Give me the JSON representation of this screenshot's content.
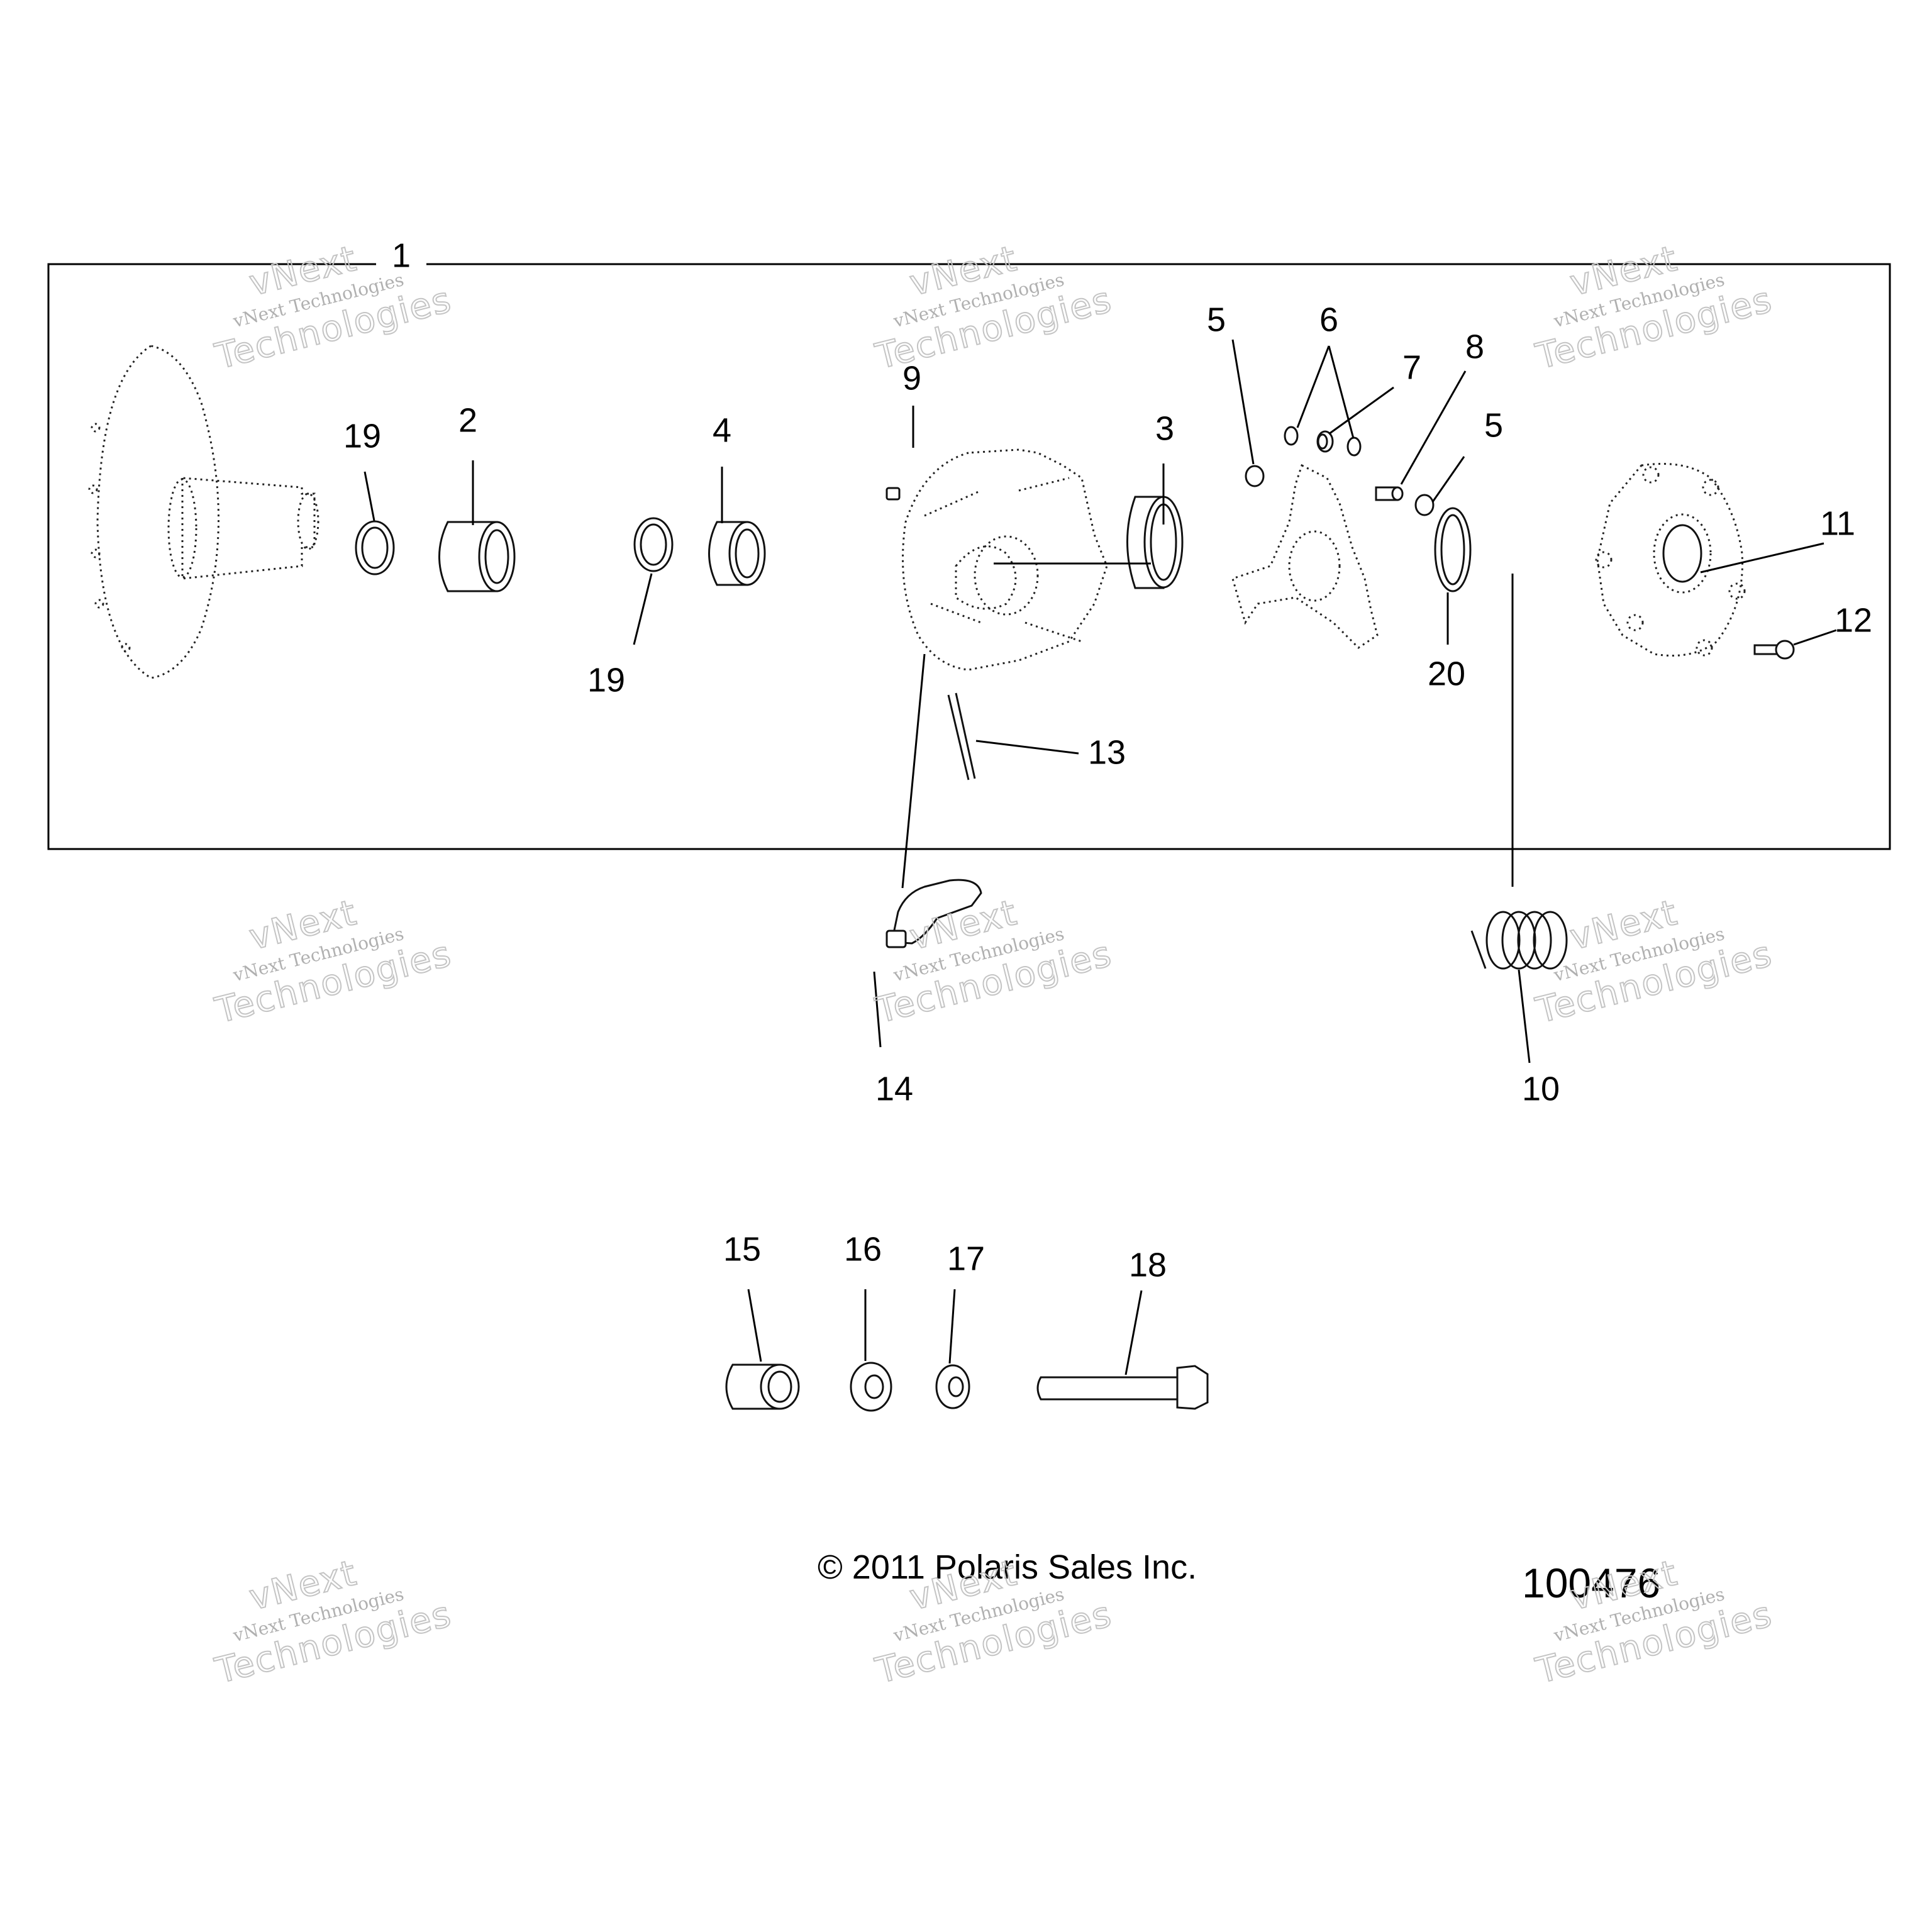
{
  "assembly_label": "1",
  "callouts": {
    "c1": "1",
    "c2": "2",
    "c3": "3",
    "c4": "4",
    "c5a": "5",
    "c5b": "5",
    "c6": "6",
    "c7": "7",
    "c8": "8",
    "c9": "9",
    "c10": "10",
    "c11": "11",
    "c12": "12",
    "c13": "13",
    "c14": "14",
    "c15": "15",
    "c16": "16",
    "c17": "17",
    "c18": "18",
    "c19a": "19",
    "c19b": "19",
    "c20": "20"
  },
  "footer": {
    "copyright": "© 2011 Polaris Sales Inc.",
    "diagram_number": "100476"
  },
  "watermark": {
    "line1": "vNext",
    "line2": "vNext Technologies",
    "line3": "Technologies"
  }
}
